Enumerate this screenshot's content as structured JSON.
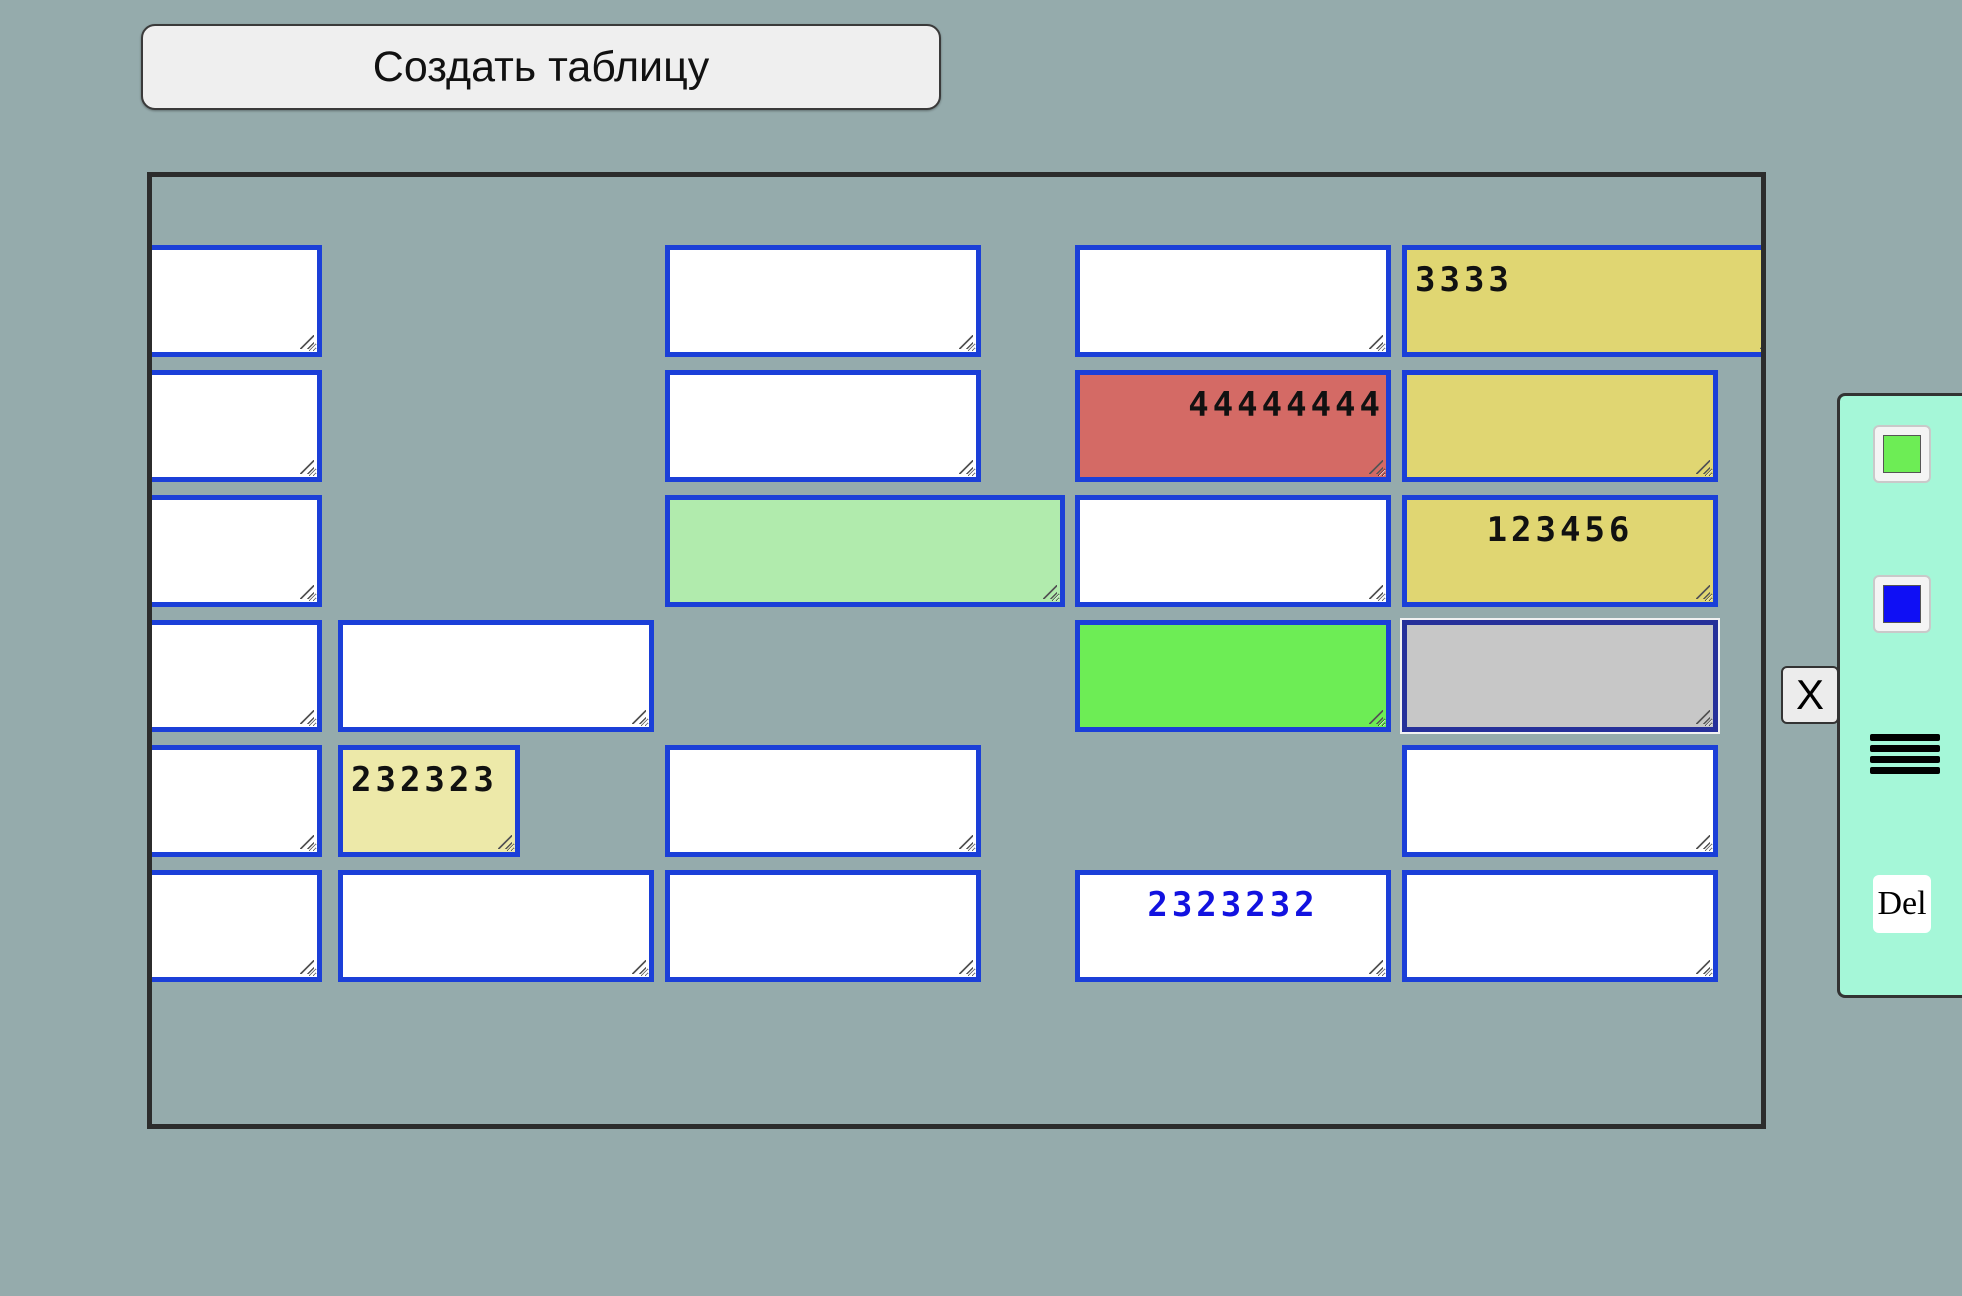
{
  "toolbar": {
    "create_table_label": "Создать таблицу"
  },
  "colors": {
    "background": "#95abac",
    "cell_border": "#1b3fd8",
    "panel_background": "#a5f7d8"
  },
  "table": {
    "rows": [
      [
        {
          "col": 1,
          "text": "",
          "bg": "#ffffff"
        },
        {
          "col": 3,
          "text": "",
          "bg": "#ffffff"
        },
        {
          "col": 4,
          "text": "",
          "bg": "#ffffff"
        },
        {
          "col": 5,
          "text": "3333",
          "bg": "#e0d672",
          "align": "left"
        }
      ],
      [
        {
          "col": 1,
          "text": "",
          "bg": "#ffffff"
        },
        {
          "col": 3,
          "text": "",
          "bg": "#ffffff"
        },
        {
          "col": 4,
          "text": "44444444",
          "bg": "#d46a65",
          "align": "right"
        },
        {
          "col": 5,
          "text": "",
          "bg": "#e0d672"
        }
      ],
      [
        {
          "col": 1,
          "text": "",
          "bg": "#ffffff"
        },
        {
          "col": 3,
          "text": "",
          "bg": "#b1ebad"
        },
        {
          "col": 4,
          "text": "",
          "bg": "#ffffff"
        },
        {
          "col": 5,
          "text": "123456",
          "bg": "#e0d672",
          "align": "center"
        }
      ],
      [
        {
          "col": 1,
          "text": "",
          "bg": "#ffffff"
        },
        {
          "col": 2,
          "text": "",
          "bg": "#ffffff"
        },
        {
          "col": 4,
          "text": "",
          "bg": "#6ded55"
        },
        {
          "col": 5,
          "text": "",
          "bg": "#c7c7c7",
          "selected": true
        }
      ],
      [
        {
          "col": 1,
          "text": "",
          "bg": "#ffffff"
        },
        {
          "col": 2,
          "text": "232323",
          "bg": "#ede9a9",
          "align": "left"
        },
        {
          "col": 3,
          "text": "",
          "bg": "#ffffff"
        },
        {
          "col": 5,
          "text": "",
          "bg": "#ffffff"
        }
      ],
      [
        {
          "col": 1,
          "text": "",
          "bg": "#ffffff"
        },
        {
          "col": 2,
          "text": "",
          "bg": "#ffffff"
        },
        {
          "col": 3,
          "text": "",
          "bg": "#ffffff"
        },
        {
          "col": 4,
          "text": "2323232",
          "bg": "#ffffff",
          "align": "center",
          "color": "#1212e0"
        },
        {
          "col": 5,
          "text": "",
          "bg": "#ffffff"
        }
      ]
    ]
  },
  "close_button": {
    "label": "X"
  },
  "side_panel": {
    "tools": [
      {
        "name": "green-color-button",
        "icon": "green-swatch-icon",
        "color": "#6ded55"
      },
      {
        "name": "blue-color-button",
        "icon": "blue-swatch-icon",
        "color": "#0f0ff5"
      },
      {
        "name": "menu-button",
        "icon": "hamburger-icon"
      },
      {
        "name": "delete-button",
        "label": "Del"
      }
    ]
  }
}
